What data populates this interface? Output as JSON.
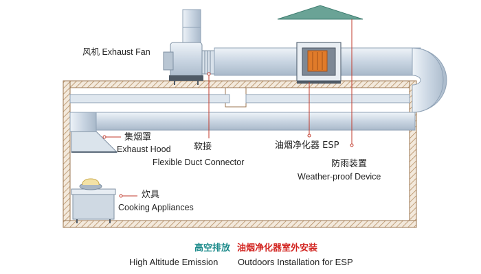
{
  "labels": {
    "fan": "风机 Exhaust Fan",
    "hood_zh": "集烟罩",
    "hood_en": "Exhaust Hood",
    "connector_zh": "软接",
    "connector_en": "Flexible Duct Connector",
    "esp_label": "油烟净化器 ESP",
    "weather_zh": "防雨装置",
    "weather_en": "Weather-proof Device",
    "cooking_zh": "炊具",
    "cooking_en": "Cooking Appliances"
  },
  "caption": {
    "left_zh": "高空排放",
    "right_zh": "油烟净化器室外安装",
    "left_en": "High Altitude Emission",
    "right_en": "Outdoors Installation for ESP"
  },
  "colors": {
    "left_caption": "#1a8a8a",
    "right_caption": "#d2231f",
    "duct": "#c9d5e2",
    "duct_edge": "#8fa2b6",
    "wall": "#b58e63",
    "roof": "#6aa396",
    "filter": "#e07b2a"
  }
}
